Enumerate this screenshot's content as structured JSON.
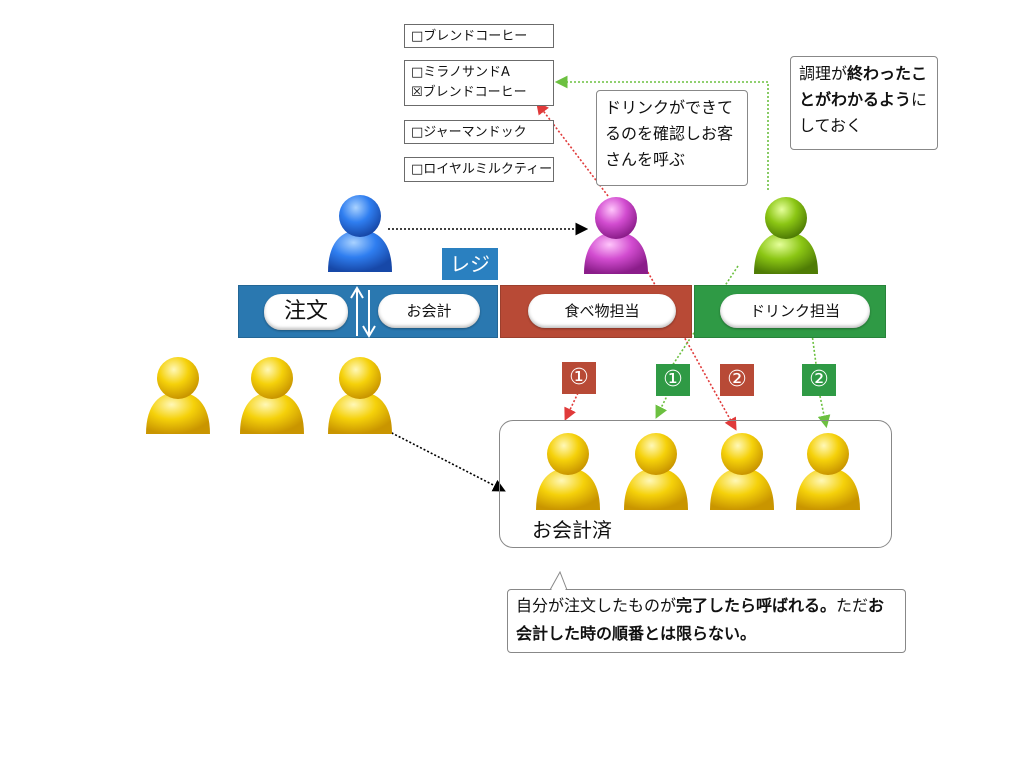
{
  "tickets": [
    {
      "lines": [
        "□ブレンドコーヒー"
      ]
    },
    {
      "lines": [
        "□ミラノサンドA",
        "☒ブレンドコーヒー"
      ]
    },
    {
      "lines": [
        "□ジャーマンドック"
      ]
    },
    {
      "lines": [
        "□ロイヤルミルクティー"
      ]
    }
  ],
  "callouts": {
    "drink_check": "ドリンクができてるのを確認しお客さんを呼ぶ",
    "cook_done_prefix": "調理が",
    "cook_done_bold": "終わったことがわかるよう",
    "cook_done_suffix": "にしておく",
    "bottom_1": "自分が注文したものが",
    "bottom_2": "完了したら呼ばれる。",
    "bottom_3": "ただ",
    "bottom_4": "お会計した時の順番とは限らない。"
  },
  "register_label": "レジ",
  "stations": {
    "order": "注文",
    "checkout": "お会計",
    "food": "食べ物担当",
    "drink": "ドリンク担当"
  },
  "badges": {
    "food_1": "①",
    "drink_1": "①",
    "food_2": "②",
    "drink_2": "②"
  },
  "paid_area_label": "お会計済",
  "colors": {
    "order_band": "#2a78b0",
    "food_band": "#b84a36",
    "drink_band": "#2f9a45",
    "register_tag": "#2a80c0",
    "person_blue": "#2f7ef0",
    "person_pink": "#d24cd0",
    "person_green": "#8bc614",
    "person_yellow": "#f5d10a"
  }
}
